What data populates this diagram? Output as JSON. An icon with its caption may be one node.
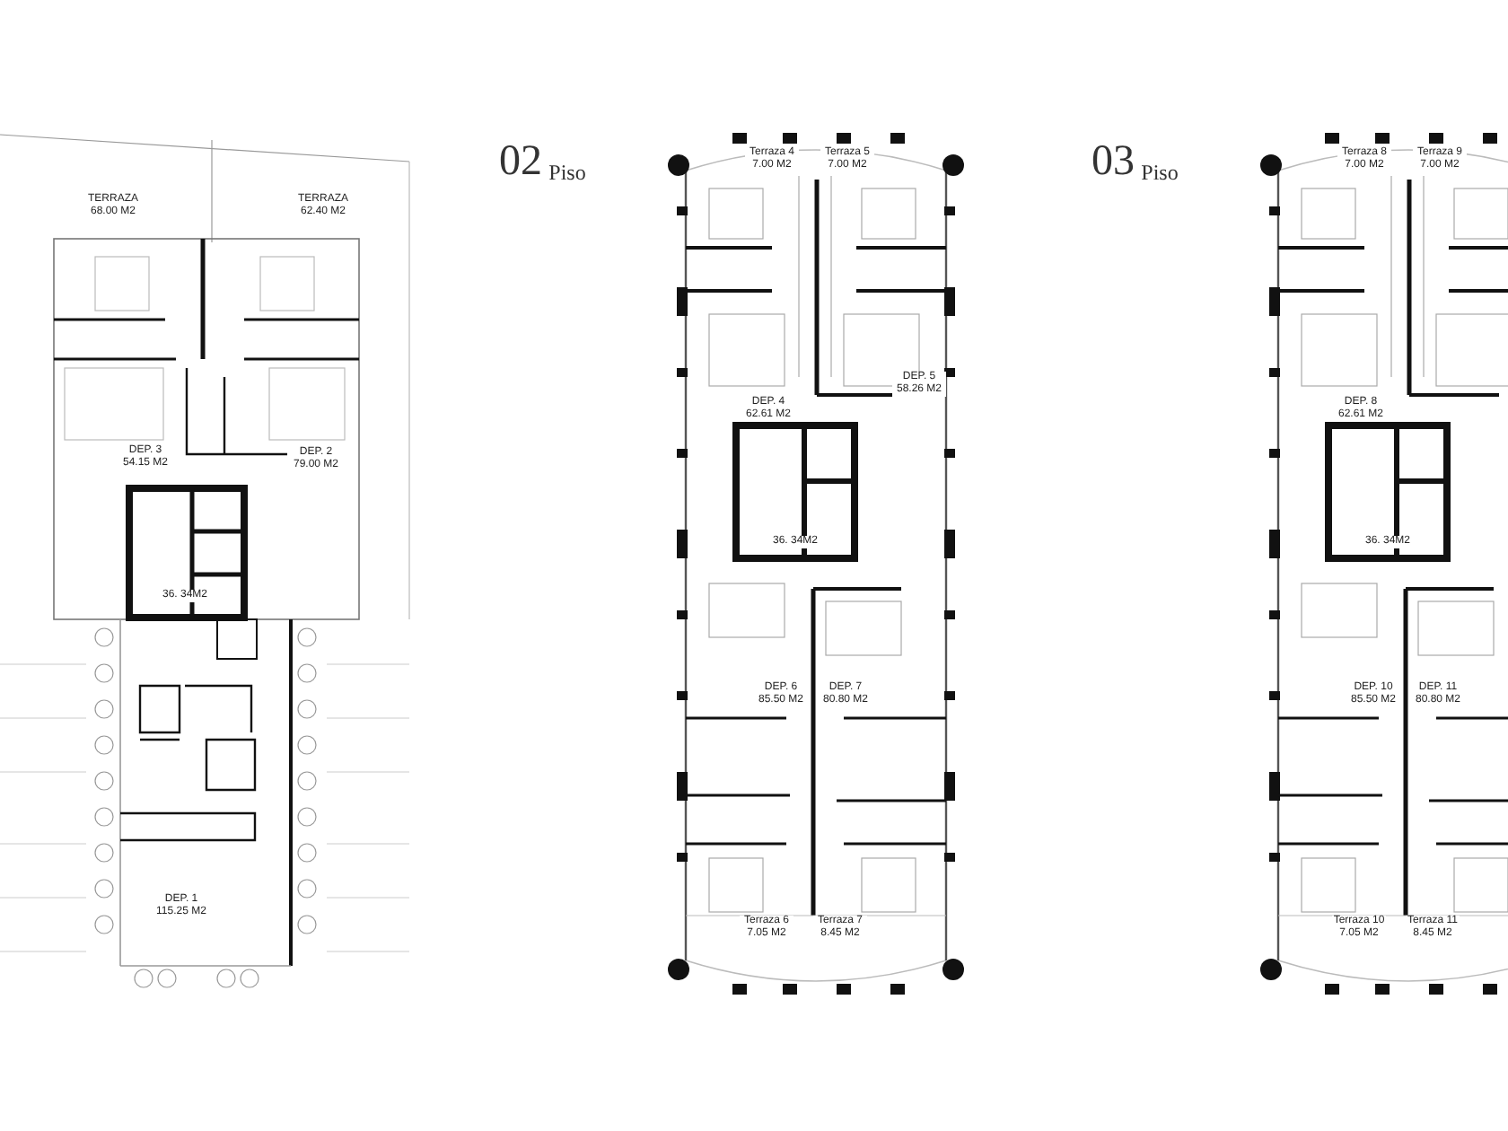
{
  "diagram": {
    "labels": [
      "02",
      "Piso",
      "03",
      "Piso",
      "TERRAZA 68.00 M2",
      "TERRAZA 62.40 M2",
      "DEP. 3 54.15 M2",
      "DEP. 2 79.00 M2",
      "36. 34M2",
      "DEP. 1 115.25 M2",
      "Terraza 4 7.00 M2",
      "Terraza 5 7.00 M2",
      "DEP. 4 62.61 M2",
      "DEP. 5 58.26 M2",
      "36. 34M2",
      "DEP. 6 85.50 M2",
      "DEP. 7 80.80 M2",
      "Terraza 6 7.05 M2",
      "Terraza 7 8.45 M2",
      "Terraza 8 7.00 M2",
      "Terraza 9 7.00 M2",
      "DEP. 8 62.61 M2",
      "36. 34M2",
      "DEP. 10 85.50 M2",
      "DEP. 11 80.80 M2",
      "Terraza 10 7.05 M2",
      "Terraza 11 8.45 M2"
    ]
  }
}
